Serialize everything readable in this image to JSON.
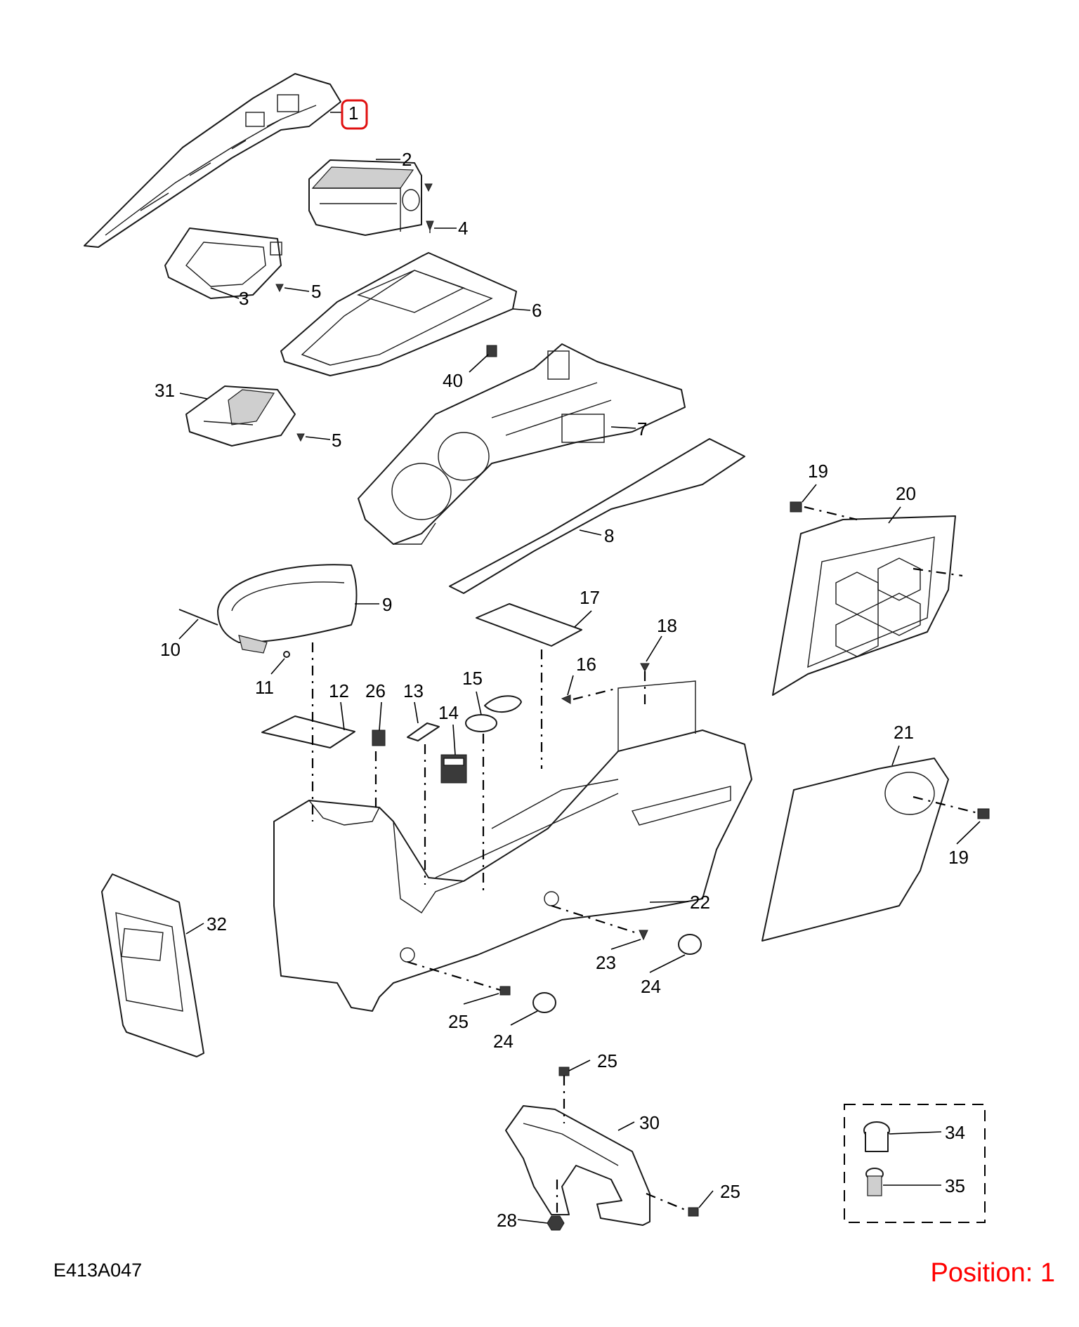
{
  "diagram_code": "E413A047",
  "position_text": "Position: 1",
  "highlight_color": "#e01010",
  "position_color": "#ff0000",
  "callouts": {
    "c1": "1",
    "c2": "2",
    "c3": "3",
    "c4": "4",
    "c5a": "5",
    "c5b": "5",
    "c6": "6",
    "c7": "7",
    "c8": "8",
    "c9": "9",
    "c10": "10",
    "c11": "11",
    "c12": "12",
    "c13": "13",
    "c14": "14",
    "c15": "15",
    "c16": "16",
    "c17": "17",
    "c18": "18",
    "c19a": "19",
    "c19b": "19",
    "c20": "20",
    "c21": "21",
    "c22": "22",
    "c23": "23",
    "c24a": "24",
    "c24b": "24",
    "c25a": "25",
    "c25b": "25",
    "c25c": "25",
    "c26": "26",
    "c28": "28",
    "c30": "30",
    "c31": "31",
    "c32": "32",
    "c34": "34",
    "c35": "35",
    "c40": "40"
  }
}
